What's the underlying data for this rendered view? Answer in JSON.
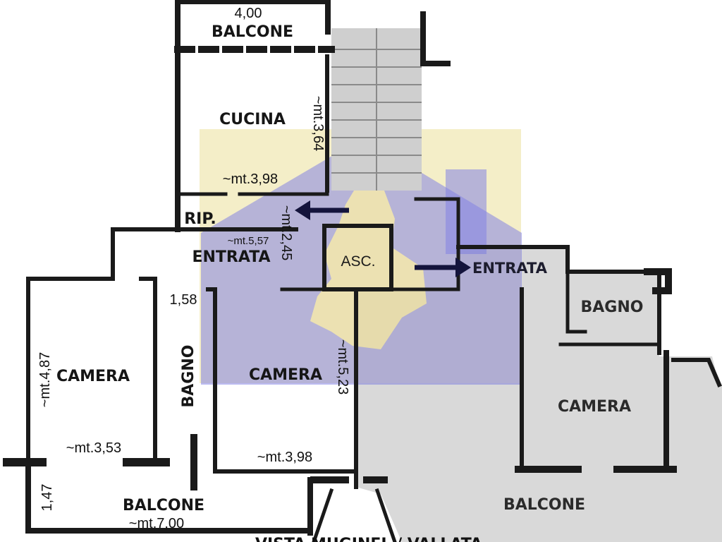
{
  "rooms": {
    "balcone_top": "BALCONE",
    "cucina": "CUCINA",
    "rip": "RIP.",
    "entrata_main": "ENTRATA",
    "camera_left": "CAMERA",
    "bagno_left": "BAGNO",
    "camera_center": "CAMERA",
    "asc": "ASC.",
    "entrata_right": "ENTRATA",
    "bagno_right": "BAGNO",
    "camera_right": "CAMERA",
    "balcone_bottom_left": "BALCONE",
    "balcone_bottom_right": "BALCONE"
  },
  "dimensions": {
    "balcone_top_width": "4,00",
    "cucina_height": "~mt.3,64",
    "cucina_width": "~mt.3,98",
    "entrata_width": "~mt.5,57",
    "entrata_height": "~mt.2,45",
    "bagno_width": "1,58",
    "camera_left_height": "~mt.4,87",
    "camera_left_width": "~mt.3,53",
    "camera_center_height": "~mt.5,23",
    "camera_center_width": "~mt.3,98",
    "balcone_depth": "1,47",
    "balcone_length": "~mt.7,00"
  },
  "view_label": "VISTA MUGINEL / VALLATA",
  "colors": {
    "wall": "#1a1a1a",
    "highlight": "#3f3fc8",
    "watermark_yellow": "#f3e9a8",
    "neighbor_grey": "#d9d9d9",
    "arrow": "#14143c"
  }
}
